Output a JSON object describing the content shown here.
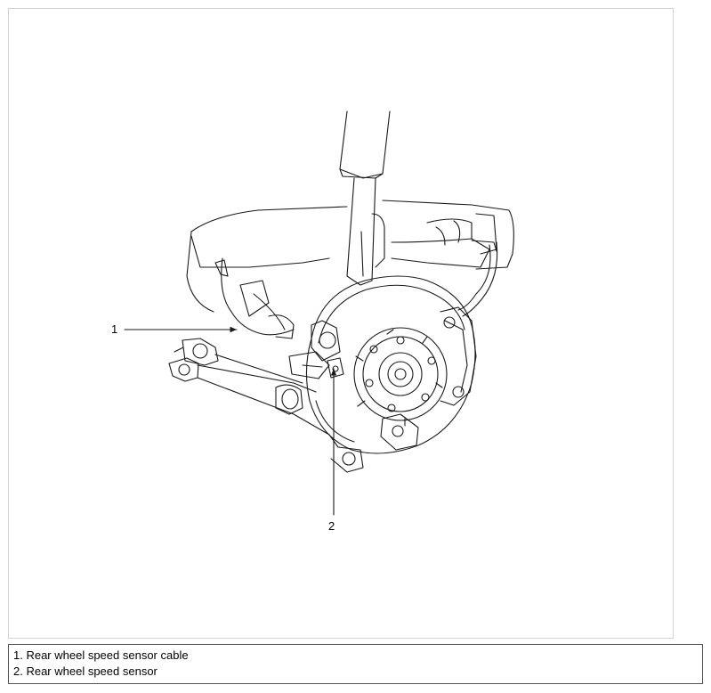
{
  "figure": {
    "callouts": [
      {
        "number": "1"
      },
      {
        "number": "2"
      }
    ]
  },
  "legend": {
    "items": [
      {
        "text": "1. Rear wheel speed sensor cable"
      },
      {
        "text": "2. Rear wheel speed sensor"
      }
    ]
  },
  "colors": {
    "line": "#1a1a1a",
    "frame_border": "#d2d2d2",
    "legend_border": "#555555"
  }
}
